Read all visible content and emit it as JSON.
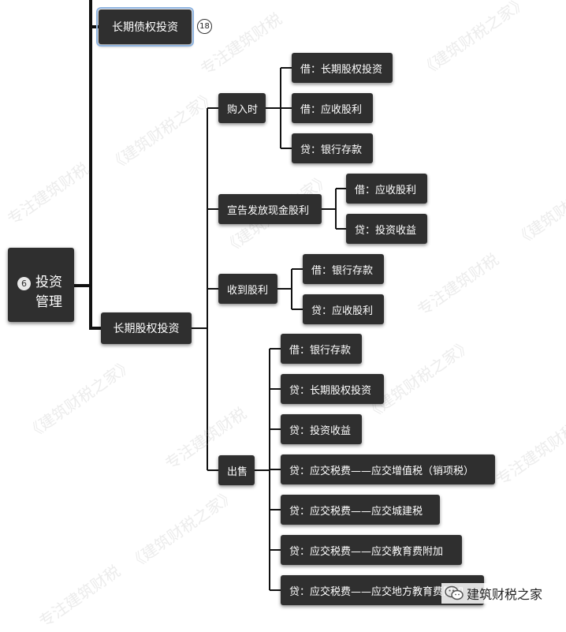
{
  "root": {
    "badge": "6",
    "title": "投资管理"
  },
  "branches": {
    "bond": {
      "label": "长期债权投资",
      "count": "18"
    },
    "equity": {
      "label": "长期股权投资"
    }
  },
  "sub": {
    "purchase": "购入时",
    "declare": "宣告发放现金股利",
    "receive": "收到股利",
    "sell": "出售"
  },
  "leaves": {
    "purchase": [
      "借：长期股权投资",
      "借：应收股利",
      "贷：银行存款"
    ],
    "declare": [
      "借：应收股利",
      "贷：投资收益"
    ],
    "receive": [
      "借：银行存款",
      "贷：应收股利"
    ],
    "sell": [
      "借：银行存款",
      "贷：长期股权投资",
      "贷：投资收益",
      "贷：应交税费——应交增值税（销项税）",
      "贷：应交税费——应交城建税",
      "贷：应交税费——应交教育费附加",
      "贷：应交税费——应交地方教育费附加"
    ]
  },
  "watermark": {
    "text_a": "《建筑财税之家》",
    "text_b": "专注建筑财税"
  },
  "brand": {
    "name": "建筑财税之家"
  }
}
